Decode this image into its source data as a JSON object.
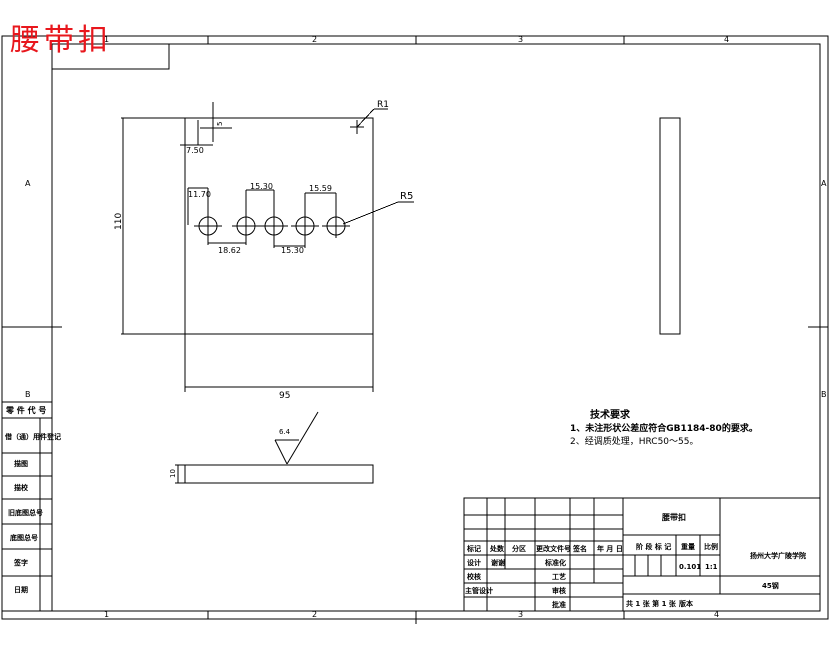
{
  "title": "腰带扣",
  "colors": {
    "title": "#e8171d",
    "line": "#000000",
    "bg": "#ffffff"
  },
  "border": {
    "cols": [
      "1",
      "2",
      "3",
      "4"
    ],
    "rows": [
      "A",
      "B"
    ]
  },
  "dimensions": {
    "r1": "R1",
    "five": "5",
    "x750": "7.50",
    "x1170": "11.70",
    "x1530a": "15.30",
    "x1559": "15.59",
    "r5": "R5",
    "h110": "110",
    "x1862": "18.62",
    "x1530b": "15.30",
    "w95": "95",
    "t10": "10",
    "rough": "6.4"
  },
  "tech_req": {
    "heading": "技术要求",
    "line1": "1、未注形状公差应符合GB1184-80的要求。",
    "line2": "2、经调质处理，HRC50～55。"
  },
  "left_table": [
    "借（通）用件登记",
    "描图",
    "描校",
    "旧底图总号",
    "底图总号",
    "签字",
    "日期"
  ],
  "left_table_head": "零 件 代 号",
  "title_block": {
    "part_name": "腰带扣",
    "company": "扬州大学广陵学院",
    "material": "45钢",
    "h_mark": "标记",
    "h_count": "处数",
    "h_zone": "分区",
    "h_doc": "更改文件号",
    "h_sign": "签名",
    "h_date": "年 月 日",
    "design": "设计",
    "designer": "谢谢",
    "standard": "标准化",
    "check": "校核",
    "process": "工艺",
    "chief": "主管设计",
    "review": "审核",
    "approve": "批准",
    "stage": "阶 段 标 记",
    "weight": "重量",
    "scale": "比例",
    "weight_val": "0.101",
    "scale_val": "1:1",
    "sheets": "共 1 张 第 1 张",
    "version": "版本"
  }
}
